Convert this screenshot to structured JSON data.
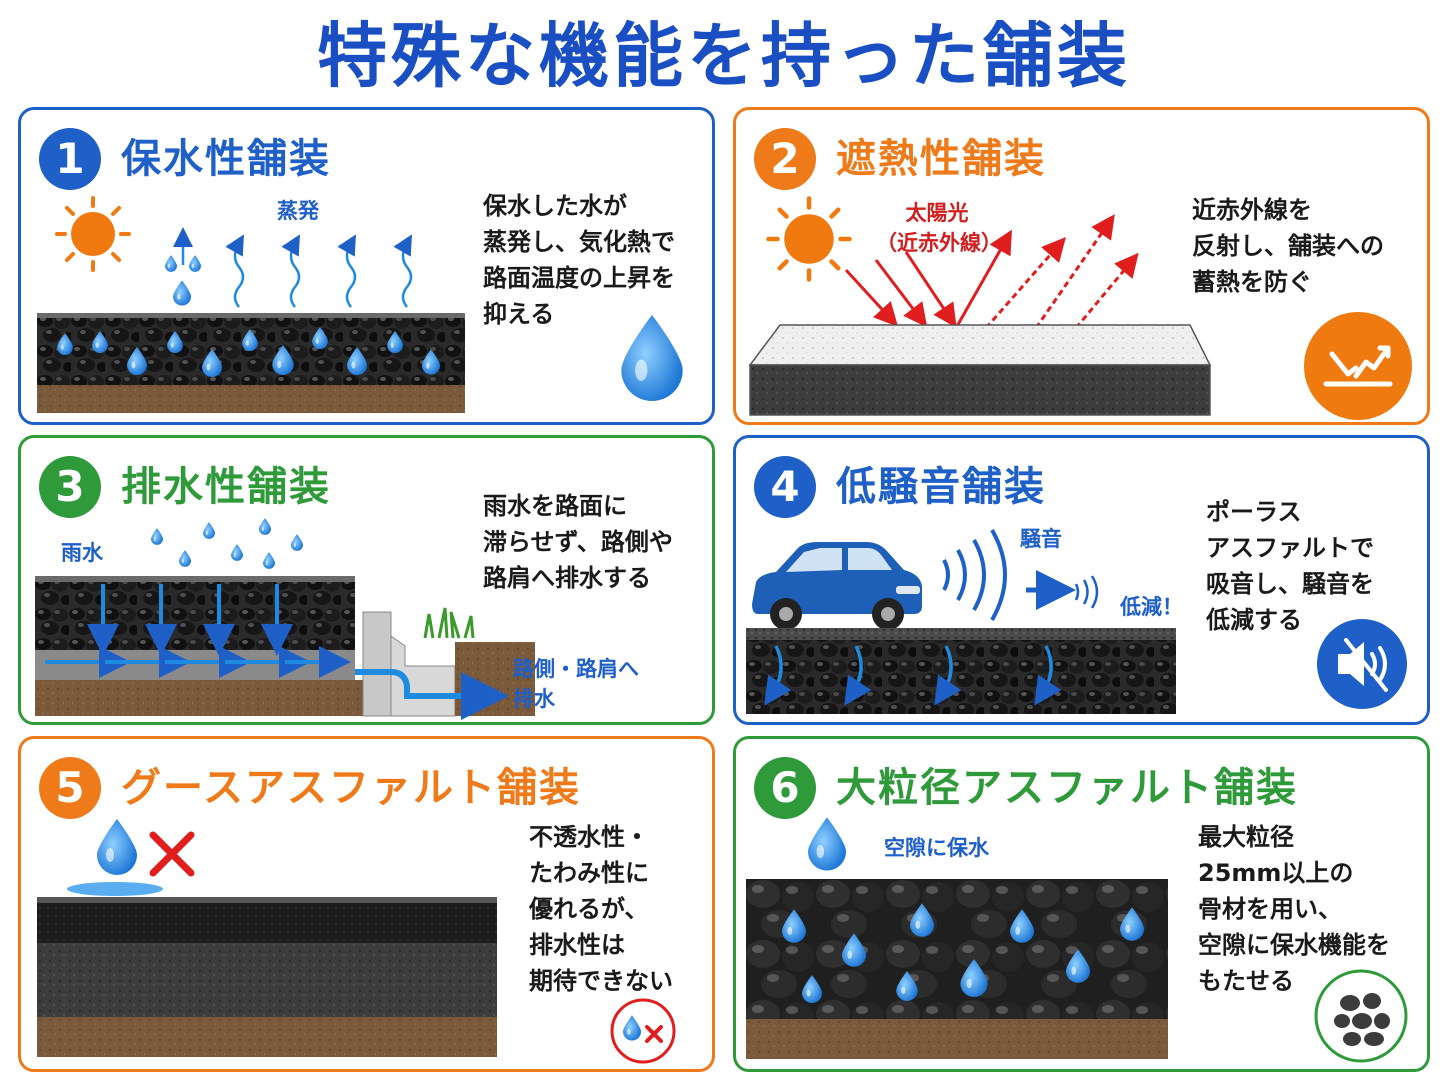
{
  "title": "特殊な機能を持った舗装",
  "colors": {
    "blue": "#1e5fc8",
    "orange": "#ef7a1a",
    "green": "#2e9a3a",
    "red": "#d11e1e"
  },
  "panels": [
    {
      "number": "1",
      "title": "保水性舗装",
      "label": "蒸発",
      "description": "保水した水が\n蒸発し、気化熱で\n路面温度の上昇を\n抑える",
      "icon": "water-drop-icon"
    },
    {
      "number": "2",
      "title": "遮熱性舗装",
      "label": "太陽光\n（近赤外線）",
      "description": "近赤外線を\n反射し、舗装への\n蓄熱を防ぐ",
      "icon": "heat-reflect-icon"
    },
    {
      "number": "3",
      "title": "排水性舗装",
      "label": "雨水",
      "label2": "路側・路肩へ\n排水",
      "description": "雨水を路面に\n滞らせず、路側や\n路肩へ排水する",
      "icon": "drainage-icon"
    },
    {
      "number": "4",
      "title": "低騒音舗装",
      "label": "騒音",
      "label2": "低減！",
      "description": "ポーラス\nアスファルトで\n吸音し、騒音を\n低減する",
      "icon": "speaker-mute-icon"
    },
    {
      "number": "5",
      "title": "グースアスファルト舗装",
      "description": "不透水性・\nたわみ性に\n優れるが、\n排水性は\n期待できない",
      "icon": "no-drain-icon"
    },
    {
      "number": "6",
      "title": "大粒径アスファルト舗装",
      "label": "空隙に保水",
      "description": "最大粒径\n25mm以上の\n骨材を用い、\n空隙に保水機能を\nもたせる",
      "icon": "aggregate-icon"
    }
  ]
}
